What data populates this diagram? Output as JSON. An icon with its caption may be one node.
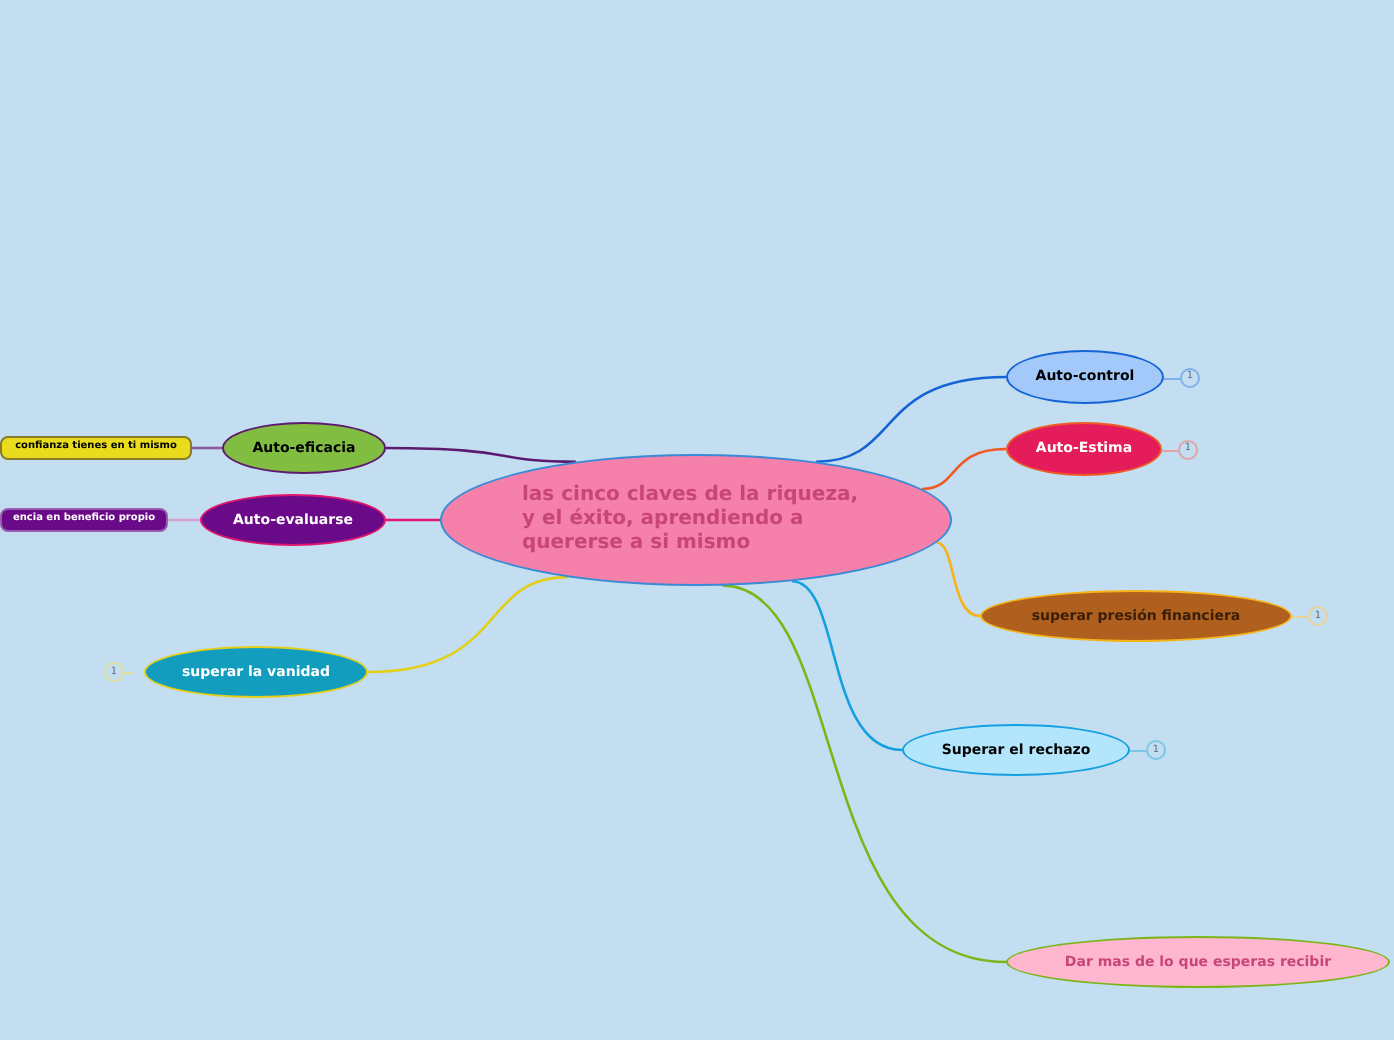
{
  "diagram": {
    "nodes": [
      {
        "text": [
          "las cinco claves de la riqueza, y el éxito, aprendiendo a quererse a si mismo"
        ]
      },
      {
        "text": [
          "Auto-eficacia"
        ]
      },
      {
        "text": [
          "confianza tienes en ti mismo"
        ]
      },
      {
        "text": [
          "Auto-evaluarse"
        ]
      },
      {
        "text": [
          "encia en beneficio propio"
        ]
      },
      {
        "text": [
          "superar la vanidad"
        ],
        "beside": [
          "1"
        ]
      },
      {
        "text": [
          "Auto-control"
        ],
        "beside": [
          "1"
        ]
      },
      {
        "text": [
          "Auto-Estima"
        ],
        "beside": [
          "1"
        ]
      },
      {
        "text": [
          "superar presión financiera"
        ],
        "beside": [
          "1"
        ]
      },
      {
        "text": [
          "Superar el rechazo"
        ],
        "beside": [
          "1"
        ]
      },
      {
        "text": [
          "Dar mas de lo que esperas recibir"
        ]
      }
    ],
    "edges": [
      {
        "from": 0,
        "to": 1,
        "arrow": "none",
        "color": "#5c1a6e"
      },
      {
        "from": 1,
        "to": 2,
        "arrow": "none",
        "color": "#8a5c9e"
      },
      {
        "from": 0,
        "to": 3,
        "arrow": "none",
        "color": "#e0156e"
      },
      {
        "from": 3,
        "to": 4,
        "arrow": "none",
        "color": "#d7a0d0"
      },
      {
        "from": 0,
        "to": 5,
        "arrow": "none",
        "color": "#e3cf1a"
      },
      {
        "from": 0,
        "to": 6,
        "arrow": "none",
        "color": "#1663d6"
      },
      {
        "from": 0,
        "to": 7,
        "arrow": "none",
        "color": "#ef5a24"
      },
      {
        "from": 0,
        "to": 8,
        "arrow": "none",
        "color": "#f5b316"
      },
      {
        "from": 0,
        "to": 9,
        "arrow": "none",
        "color": "#13a0e0"
      },
      {
        "from": 0,
        "to": 10,
        "arrow": "none",
        "color": "#7cb518"
      }
    ]
  }
}
